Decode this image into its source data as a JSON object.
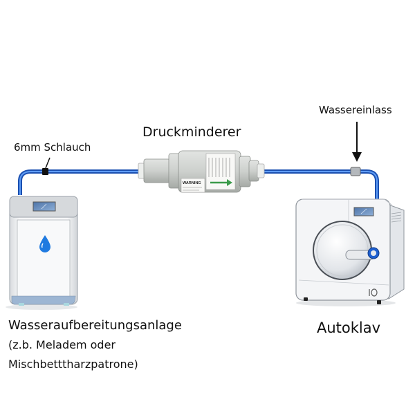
{
  "labels": {
    "hose": "6mm Schlauch",
    "reducer": "Druckminderer",
    "inlet": "Wassereinlass",
    "source_line1": "Wasseraufbereitungsanlage",
    "source_line2": "(z.b. Meladem oder",
    "source_line3": "Mischbetttharzpatrone)",
    "autoclave": "Autoklav"
  },
  "reducer_label": {
    "warning": "WARNING"
  },
  "colors": {
    "tube": "#1e5fcf",
    "tube_highlight": "#6aa3ff",
    "device_body": "#f2f3f5",
    "device_edge": "#9aa0a8",
    "reducer_body": "#c9ccc8",
    "drop": "#1f7ae0",
    "arrow_green": "#3a9a4a",
    "display": "#5a7fb0"
  }
}
